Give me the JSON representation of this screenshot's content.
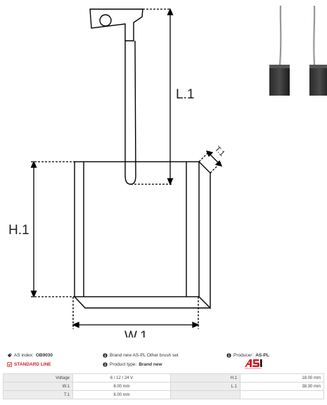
{
  "drawing": {
    "label_l1": "L.1",
    "label_t1": "T.1",
    "label_h1": "H.1",
    "label_w1": "W.1"
  },
  "info": {
    "as_index_label": "AS index:",
    "as_index_value": "OB9030",
    "standard_line": "STANDARD LINE",
    "brand_new_text": "Brand new AS-PL Other brush set",
    "product_type_label": "Product type:",
    "product_type_value": "Brand new",
    "producer_label": "Producer:",
    "producer_value": "AS-PL"
  },
  "spec_table": {
    "rows": [
      {
        "k1": "Voltage",
        "v1": "6 / 12 / 24 V",
        "k2": "H.1",
        "v2": "18.00 mm"
      },
      {
        "k1": "W.1",
        "v1": "8.00 mm",
        "k2": "L.1",
        "v2": "38.30 mm"
      },
      {
        "k1": "T.1",
        "v1": "8.00 mm",
        "k2": "",
        "v2": ""
      }
    ]
  },
  "colors": {
    "accent_red": "#d0202a",
    "line": "#000000",
    "table_header_bg": "#ececec"
  }
}
